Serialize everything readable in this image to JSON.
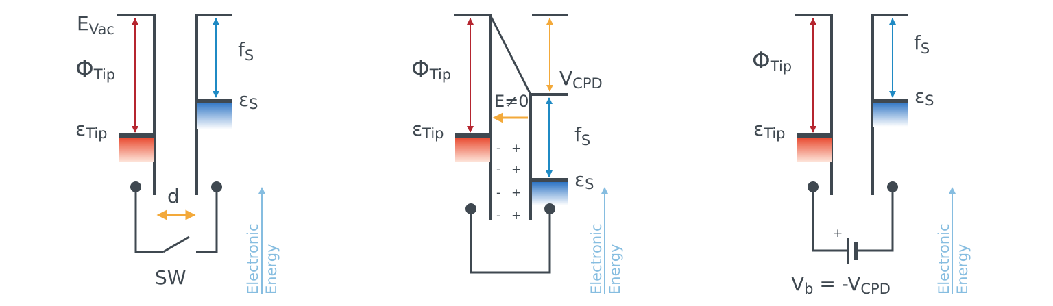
{
  "panels": {
    "p1": {
      "vacuum_symbol": "E",
      "vacuum_sub": "Vac",
      "phi_symbol": "Φ",
      "phi_sub": "Tip",
      "eps_tip_symbol": "ε",
      "eps_tip_sub": "Tip",
      "f_symbol": "f",
      "f_sub": "S",
      "eps_s_symbol": "ε",
      "eps_s_sub": "S",
      "gap": "d",
      "switch": "SW"
    },
    "p2": {
      "phi_symbol": "Φ",
      "phi_sub": "Tip",
      "eps_tip_symbol": "ε",
      "eps_tip_sub": "Tip",
      "vcpd_symbol": "V",
      "vcpd_sub": "CPD",
      "field": "E≠0",
      "f_symbol": "f",
      "f_sub": "S",
      "eps_s_symbol": "ε",
      "eps_s_sub": "S",
      "minus": "-",
      "plus": "+"
    },
    "p3": {
      "phi_symbol": "Φ",
      "phi_sub": "Tip",
      "eps_tip_symbol": "ε",
      "eps_tip_sub": "Tip",
      "f_symbol": "f",
      "f_sub": "S",
      "eps_s_symbol": "ε",
      "eps_s_sub": "S",
      "battery_plus": "+",
      "bias_main": "V",
      "bias_sub": "b",
      "bias_eq": " = -V",
      "bias_sub2": "CPD"
    }
  },
  "energy_axis": {
    "line1": "Electronic",
    "line2": "Energy"
  },
  "colors": {
    "line": "#3f4850",
    "tip_arrow": "#b5252f",
    "sample_arrow": "#1f8ac4",
    "gap_arrow": "#f3a93a",
    "energy_axis": "#86bde0",
    "tip_fill": "#e8452a",
    "sample_fill": "#2d74c4"
  }
}
